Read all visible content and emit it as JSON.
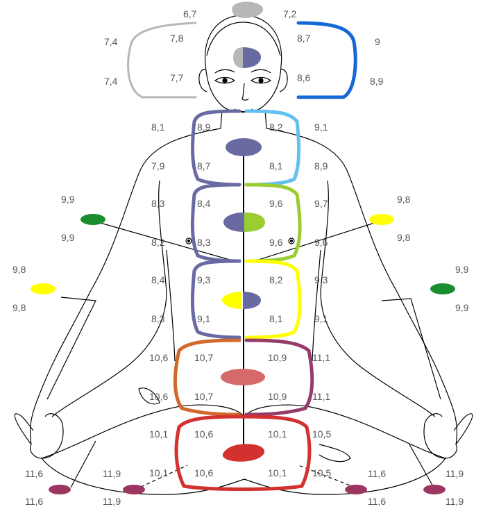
{
  "colors": {
    "crown": "#b7b7b7",
    "brow": "#6a6aa3",
    "brow_right": "#1469d6",
    "throat_right": "#63c1f2",
    "heart_right": "#9acd32",
    "solar_right": "#ffff00",
    "sacral_left": "#d2692c",
    "sacral_right": "#943c6a",
    "root": "#d33030",
    "sacral_center": "#d66a6a",
    "hand_green": "#1a8d2e",
    "hand_yellow": "#ffff00",
    "feet": "#9c3660",
    "outline": "#000000"
  },
  "labels": {
    "crown_left": "6,7",
    "crown_right": "7,2",
    "brow_outer_left_top": "7,4",
    "brow_outer_left_bottom": "7,4",
    "brow_inner_left_top": "7,8",
    "brow_inner_left_bottom": "7,7",
    "brow_inner_right_top": "8,7",
    "brow_inner_right_bottom": "8,6",
    "brow_outer_right_top": "9",
    "brow_outer_right_bottom": "8,9",
    "throat_outer_left_top": "8,1",
    "throat_inner_left_top": "8,9",
    "throat_inner_right_top": "8,2",
    "throat_outer_right_top": "9,1",
    "throat_outer_left_bottom": "7,9",
    "throat_inner_left_bottom": "8,7",
    "throat_inner_right_bottom": "8,1",
    "throat_outer_right_bottom": "8,9",
    "hand_green_left_top": "9,9",
    "hand_green_left_bottom": "9,9",
    "hand_yellow_right_top": "9,8",
    "hand_yellow_right_bottom": "9,8",
    "heart_outer_left_top": "8,3",
    "heart_inner_left_top": "8,4",
    "heart_inner_right_top": "9,6",
    "heart_outer_right_top": "9,7",
    "heart_outer_left_bottom": "8,2",
    "heart_inner_left_bottom": "8,3",
    "heart_inner_right_bottom": "9,6",
    "heart_outer_right_bottom": "9,6",
    "hand_yellow_left_top": "9,8",
    "hand_yellow_left_bottom": "9,8",
    "hand_green_right_top": "9,9",
    "hand_green_right_bottom": "9,9",
    "solar_outer_left_top": "8,4",
    "solar_inner_left_top": "9,3",
    "solar_inner_right_top": "8,2",
    "solar_outer_right_top": "9,3",
    "solar_outer_left_bottom": "8,3",
    "solar_inner_left_bottom": "9,1",
    "solar_inner_right_bottom": "8,1",
    "solar_outer_right_bottom": "9,1",
    "sacral_outer_left_top": "10,6",
    "sacral_inner_left_top": "10,7",
    "sacral_inner_right_top": "10,9",
    "sacral_outer_right_top": "11,1",
    "sacral_outer_left_bottom": "10,6",
    "sacral_inner_left_bottom": "10,7",
    "sacral_inner_right_bottom": "10,9",
    "sacral_outer_right_bottom": "11,1",
    "root_outer_left_top": "10,1",
    "root_inner_left_top": "10,6",
    "root_inner_right_top": "10,1",
    "root_outer_right_top": "10,5",
    "root_outer_left_bottom": "10,1",
    "root_inner_left_bottom": "10,6",
    "root_inner_right_bottom": "10,1",
    "root_outer_right_bottom": "10,5",
    "foot_far_left_top": "11,6",
    "foot_far_left_bottom": "11,6",
    "foot_left_top": "11,9",
    "foot_left_bottom": "11,9",
    "foot_right_top": "11,6",
    "foot_right_bottom": "11,6",
    "foot_far_right_top": "11,9",
    "foot_far_right_bottom": "11,9"
  }
}
